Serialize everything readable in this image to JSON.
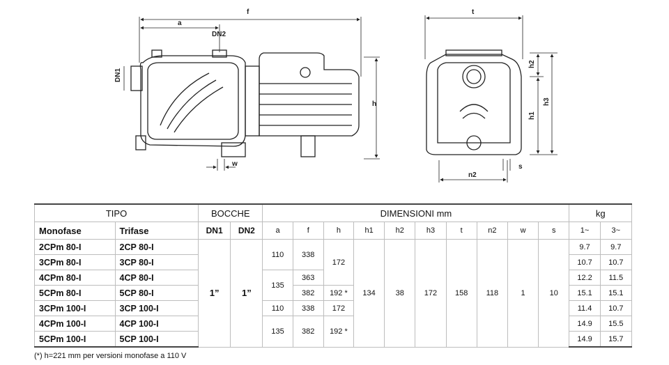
{
  "drawing": {
    "dims": {
      "a": "a",
      "f": "f",
      "h": "h",
      "dn2": "DN2",
      "dn1": "DN1",
      "w": "w",
      "t": "t",
      "h1": "h1",
      "h2": "h2",
      "h3": "h3",
      "n2": "n2",
      "s": "s"
    }
  },
  "table": {
    "groups": {
      "tipo": "TIPO",
      "bocche": "BOCCHE",
      "dimensioni": "DIMENSIONI mm",
      "kg": "kg"
    },
    "sub": {
      "monofase": "Monofase",
      "trifase": "Trifase",
      "dn1": "DN1",
      "dn2": "DN2",
      "a": "a",
      "f": "f",
      "h": "h",
      "h1": "h1",
      "h2": "h2",
      "h3": "h3",
      "t": "t",
      "n2": "n2",
      "w": "w",
      "s": "s",
      "kg1": "1~",
      "kg3": "3~"
    },
    "models": [
      {
        "mono": "2CPm 80-I",
        "tri": "2CP 80-I",
        "kg1": "9.7",
        "kg3": "9.7"
      },
      {
        "mono": "3CPm 80-I",
        "tri": "3CP 80-I",
        "kg1": "10.7",
        "kg3": "10.7"
      },
      {
        "mono": "4CPm 80-I",
        "tri": "4CP 80-I",
        "kg1": "12.2",
        "kg3": "11.5"
      },
      {
        "mono": "5CPm 80-I",
        "tri": "5CP 80-I",
        "kg1": "15.1",
        "kg3": "15.1"
      },
      {
        "mono": "3CPm 100-I",
        "tri": "3CP 100-I",
        "kg1": "11.4",
        "kg3": "10.7"
      },
      {
        "mono": "4CPm 100-I",
        "tri": "4CP 100-I",
        "kg1": "14.9",
        "kg3": "15.5"
      },
      {
        "mono": "5CPm 100-I",
        "tri": "5CP 100-I",
        "kg1": "14.9",
        "kg3": "15.7"
      }
    ],
    "common": {
      "dn1": "1”",
      "dn2": "1”",
      "h1": "134",
      "h2": "38",
      "h3": "172",
      "t": "158",
      "n2": "118",
      "w": "1",
      "s": "10"
    },
    "a": [
      "110",
      "135",
      "110",
      "135"
    ],
    "f": [
      "338",
      "363",
      "382",
      "338",
      "382"
    ],
    "h": [
      "172",
      "192 *",
      "172",
      "192 *"
    ]
  },
  "footnote": "(*) h=221 mm per versioni monofase a 110 V"
}
